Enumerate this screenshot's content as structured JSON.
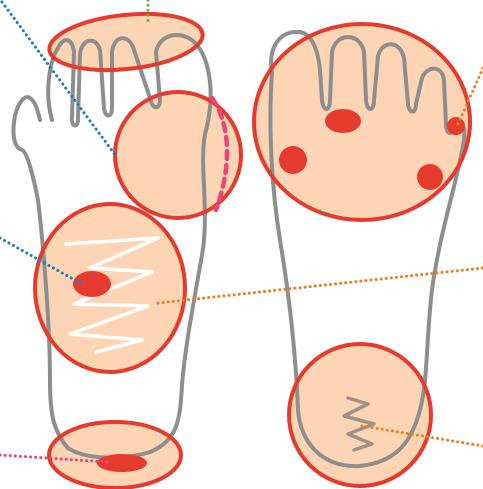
{
  "colors": {
    "background": "#ffffff",
    "foot_outline": "#8e8e8e",
    "zone_fill": "#fdd5b4",
    "zone_stroke": "#e53a2e",
    "spot": "#e53a2e",
    "zigzag_left": "#ffffff",
    "zigzag_right": "#a09188",
    "leader_blue": "#1c7fb5",
    "leader_orange": "#e8821e",
    "leader_green": "#6fb24a",
    "leader_pink": "#e8477a"
  },
  "diagram": {
    "left_foot": {
      "view": "top",
      "zones": [
        "toes",
        "ball-outer",
        "arch",
        "heel"
      ],
      "spots": [
        "arch-spot",
        "heel-spot"
      ],
      "markings": [
        "zigzag"
      ]
    },
    "right_foot": {
      "view": "sole",
      "zones": [
        "forefoot",
        "heel"
      ],
      "spots": [
        "forefoot-center-spot",
        "forefoot-left-spot",
        "forefoot-right-spot",
        "little-toe-spot"
      ],
      "markings": [
        "zigzag"
      ]
    },
    "leader_lines": [
      {
        "color": "blue",
        "style": "dotted",
        "from": "top-left",
        "to": "ball-outer"
      },
      {
        "color": "blue",
        "style": "dotted",
        "from": "left",
        "to": "arch-spot"
      },
      {
        "color": "pink",
        "style": "dotted",
        "from": "left",
        "to": "heel-spot"
      },
      {
        "color": "green",
        "style": "dotted",
        "from": "top",
        "to": "toes"
      },
      {
        "color": "orange",
        "style": "dotted",
        "from": "right",
        "to": "arch"
      },
      {
        "color": "orange",
        "style": "dotted",
        "from": "top-right",
        "to": "little-toe-spot"
      },
      {
        "color": "orange",
        "style": "dotted",
        "from": "right",
        "to": "right-heel"
      },
      {
        "color": "pink",
        "style": "dashed",
        "from": "ball-outer",
        "to": "side"
      }
    ]
  }
}
